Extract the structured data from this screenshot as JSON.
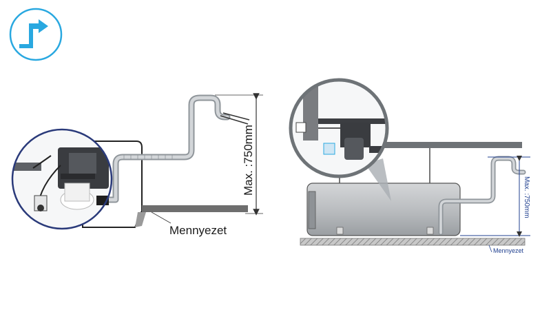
{
  "left": {
    "max_label": "Max. :750mm",
    "ceiling_label": "Mennyezet"
  },
  "right": {
    "max_label": "Max. :750mm",
    "ceiling_label": "Mennyezet"
  },
  "icon": {
    "name": "drain-route-icon",
    "accent": "#29a8e0"
  },
  "colors": {
    "pipe": "#9aa0a6",
    "label_blue": "#1f3f8f",
    "circle_border": "#2a3a7a"
  }
}
